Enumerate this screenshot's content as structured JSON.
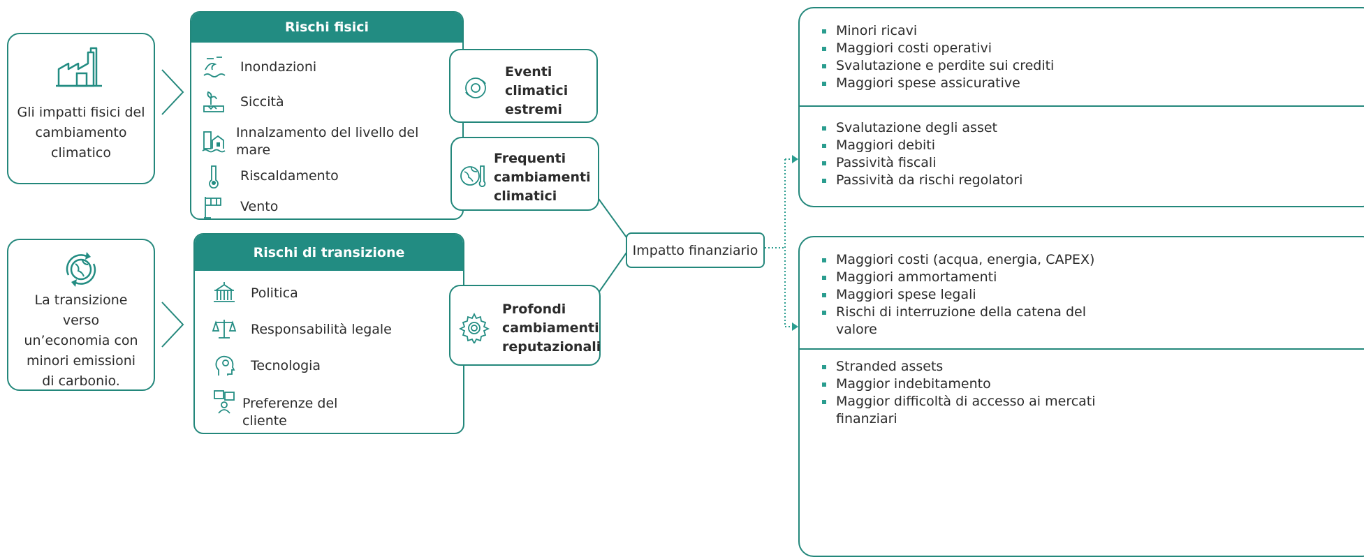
{
  "left": {
    "physical_text": "Gli impatti fisici del cambiamento climatico",
    "transition_text": "La transizione verso un’economia con minori emissioni di carbonio."
  },
  "physical_risks": {
    "title": "Rischi fisici",
    "items": [
      "Inondazioni",
      "Siccità",
      "Innalzamento del livello del mare",
      "Riscaldamento",
      "Vento"
    ]
  },
  "transition_risks": {
    "title": "Rischi di transizione",
    "items": [
      "Politica",
      "Responsabilità legale",
      "Tecnologia",
      "Preferenze del cliente"
    ]
  },
  "drivers": [
    "Eventi climatici estremi",
    "Frequenti cambiamenti climatici",
    "Profondi cambiamenti reputazionali"
  ],
  "impact": "Impatto finanziario",
  "outcomes_top": {
    "group1": [
      "Minori ricavi",
      "Maggiori costi operativi",
      "Svalutazione e perdite sui crediti",
      "Maggiori spese assicurative"
    ],
    "group2": [
      "Svalutazione degli asset",
      "Maggiori debiti",
      "Passività fiscali",
      "Passività da rischi regolatori"
    ]
  },
  "outcomes_bottom": {
    "group1": [
      "Maggiori costi (acqua, energia, CAPEX)",
      "Maggiori ammortamenti",
      "Maggiori spese legali",
      "Rischi di interruzione della catena del valore"
    ],
    "group2": [
      "Stranded assets",
      "Maggior indebitamento",
      "Maggior difficoltà di accesso ai mercati finanziari"
    ]
  },
  "colors": {
    "accent": "#228c82",
    "border": "#23877b"
  }
}
